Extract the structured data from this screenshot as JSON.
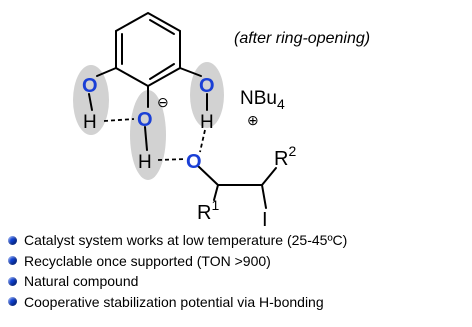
{
  "caption": "(after ring-opening)",
  "atoms": {
    "oxygen": "O",
    "hydrogen": "H",
    "iodine": "I",
    "r_group": "R",
    "r1_superscript": "1",
    "r2_superscript": "2",
    "cation_base": "NBu",
    "cation_subscript": "4",
    "anion_charge": "⊖",
    "cation_charge": "⊕"
  },
  "colors": {
    "oxygen": "#1a3fd6",
    "hbond_highlight": "#d2d2d2",
    "bullet": "#0d3fd0",
    "bond": "#000000"
  },
  "bullets": [
    "Catalyst system works at low temperature (25-45ºC)",
    "Recyclable once supported (TON >900)",
    "Natural compound",
    "Cooperative stabilization potential via H-bonding"
  ]
}
